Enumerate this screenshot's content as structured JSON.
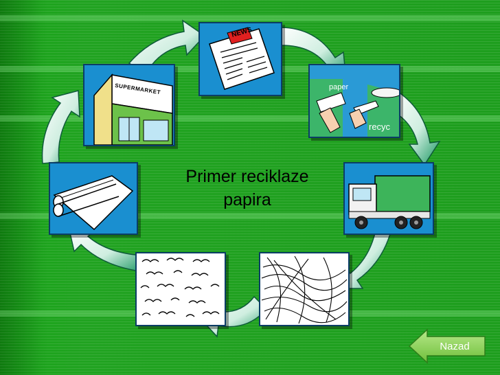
{
  "title": {
    "line1": "Primer reciklaze",
    "line2": "papira"
  },
  "panels": {
    "newspaper": {
      "text": "NEWS"
    },
    "supermarket": {
      "text": "SUPERMARKET"
    },
    "recycling": {
      "label_paper": "paper",
      "label_recycle": "recyc"
    }
  },
  "nav": {
    "back_label": "Nazad"
  },
  "colors": {
    "background": "#1f9b1f",
    "panel_blue": "#1a8fd0",
    "arrow_green": "#1aa06a",
    "button_green": "#8fd14f"
  }
}
